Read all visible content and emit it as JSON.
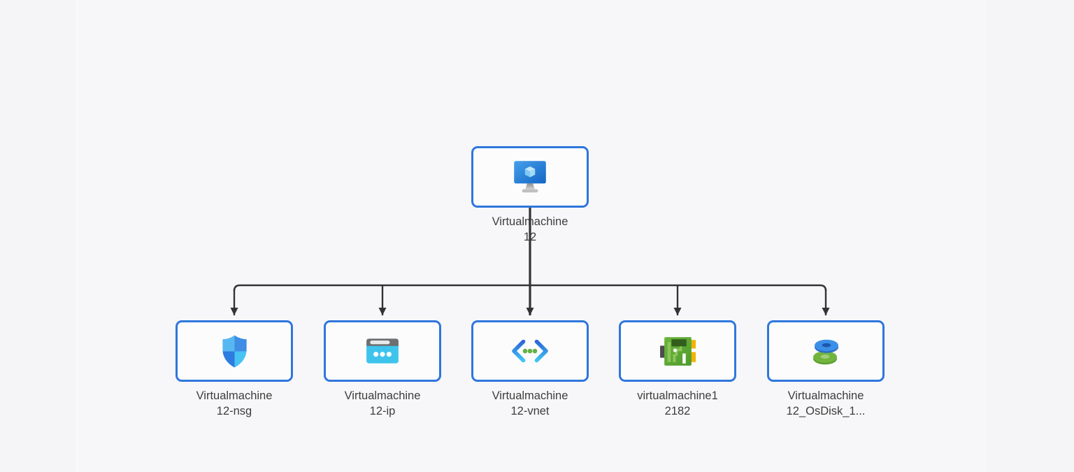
{
  "diagram": {
    "type": "azure-resource-tree",
    "colors": {
      "node_border": "#2f76dc",
      "node_fill": "#fcfcfd",
      "connector": "#333333",
      "label_text": "#3d3d3d",
      "canvas_background": "#f7f7f9",
      "side_strip_background": "#f5f5f7"
    },
    "root_node": {
      "label_line1": "Virtualmachine",
      "label_line2": "12",
      "icon": "virtual-machine-icon"
    },
    "children": [
      {
        "label_line1": "Virtualmachine",
        "label_line2": "12-nsg",
        "icon": "network-security-group-icon"
      },
      {
        "label_line1": "Virtualmachine",
        "label_line2": "12-ip",
        "icon": "public-ip-address-icon"
      },
      {
        "label_line1": "Virtualmachine",
        "label_line2": "12-vnet",
        "icon": "virtual-network-icon"
      },
      {
        "label_line1": "virtualmachine1",
        "label_line2": "2182",
        "icon": "network-interface-icon"
      },
      {
        "label_line1": "Virtualmachine",
        "label_line2": "12_OsDisk_1...",
        "icon": "disk-icon"
      }
    ]
  }
}
